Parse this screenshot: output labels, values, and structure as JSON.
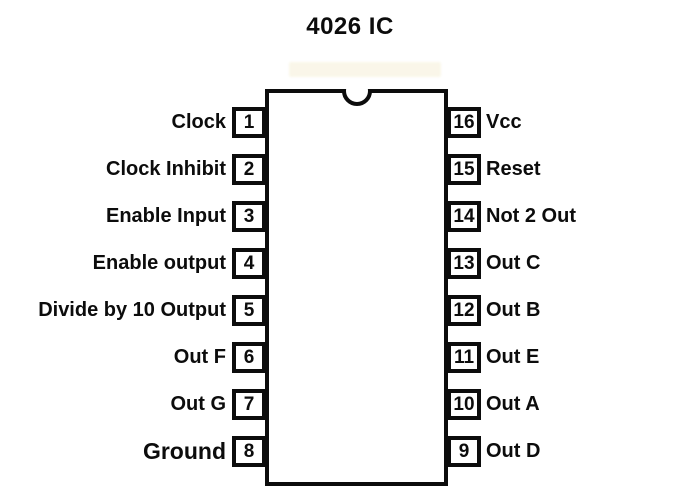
{
  "title": "4026 IC",
  "colors": {
    "ink": "#0c0c0c",
    "background": "#ffffff",
    "watermark_artifact": "#faf6e7"
  },
  "chip": {
    "left_pins": [
      {
        "number": "1",
        "label": "Clock"
      },
      {
        "number": "2",
        "label": "Clock Inhibit"
      },
      {
        "number": "3",
        "label": "Enable Input"
      },
      {
        "number": "4",
        "label": "Enable output"
      },
      {
        "number": "5",
        "label": "Divide by 10 Output"
      },
      {
        "number": "6",
        "label": "Out F"
      },
      {
        "number": "7",
        "label": "Out G"
      },
      {
        "number": "8",
        "label": "Ground"
      }
    ],
    "right_pins": [
      {
        "number": "16",
        "label": "Vcc"
      },
      {
        "number": "15",
        "label": "Reset"
      },
      {
        "number": "14",
        "label": "Not 2 Out"
      },
      {
        "number": "13",
        "label": "Out C"
      },
      {
        "number": "12",
        "label": "Out B"
      },
      {
        "number": "11",
        "label": "Out E"
      },
      {
        "number": "10",
        "label": "Out A"
      },
      {
        "number": "9",
        "label": "Out D"
      }
    ]
  }
}
